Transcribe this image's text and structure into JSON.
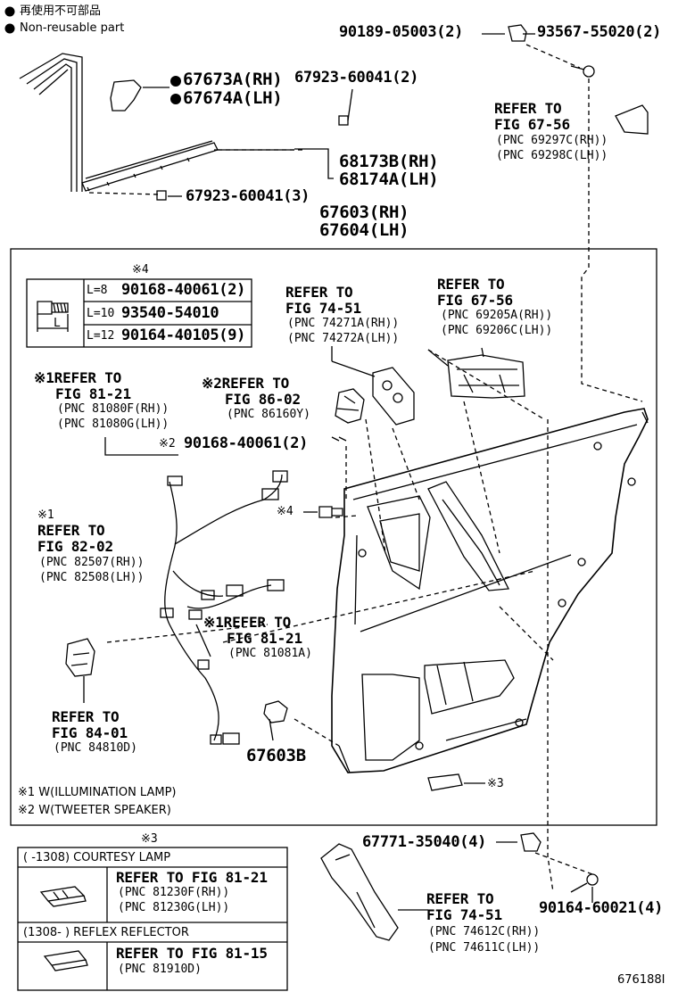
{
  "legend": {
    "nonreusable_jp": "再使用不可部品",
    "nonreusable_en": "Non-reusable part"
  },
  "parts": {
    "p90189": "90189-05003(2)",
    "p93567": "93567-55020(2)",
    "p67673": "67673A(RH)",
    "p67674": "67674A(LH)",
    "p67923a": "67923-60041(2)",
    "p68173": "68173B(RH)",
    "p68174": "68174A(LH)",
    "p67923b": "67923-60041(3)",
    "p67603": "67603(RH)",
    "p67604": "67604(LH)",
    "p67603b": "67603B",
    "p67771": "67771-35040(4)",
    "p90164": "90164-60021(4)",
    "p90168b": "90168-40061(2)",
    "m2": "※2",
    "m4": "※4",
    "m3": "※3"
  },
  "refs": {
    "r6756a": {
      "l1": "REFER TO",
      "l2": "FIG 67-56",
      "l3": "(PNC 69297C(RH))",
      "l4": "(PNC 69298C(LH))"
    },
    "r7451a": {
      "l1": "REFER TO",
      "l2": "FIG 74-51",
      "l3": "(PNC 74271A(RH))",
      "l4": "(PNC 74272A(LH))"
    },
    "r6756b": {
      "l1": "REFER TO",
      "l2": "FIG 67-56",
      "l3": "(PNC 69205A(RH))",
      "l4": "(PNC 69206C(LH))"
    },
    "r8121a": {
      "l1": "※1REFER TO",
      "l2": "FIG 81-21",
      "l3": "(PNC 81080F(RH))",
      "l4": "(PNC 81080G(LH))"
    },
    "r8602": {
      "l1": "※2REFER TO",
      "l2": "FIG 86-02",
      "l3": "(PNC 86160Y)"
    },
    "r8202": {
      "l0": "※1",
      "l1": "REFER TO",
      "l2": "FIG 82-02",
      "l3": "(PNC 82507(RH))",
      "l4": "(PNC 82508(LH))"
    },
    "r8121b": {
      "l1": "※1REFER TO",
      "l2": "FIG 81-21",
      "l3": "(PNC 81081A)"
    },
    "r8401": {
      "l1": "REFER TO",
      "l2": "FIG 84-01",
      "l3": "(PNC 84810D)"
    },
    "r7451b": {
      "l1": "REFER TO",
      "l2": "FIG 74-51",
      "l3": "(PNC 74612C(RH))",
      "l4": "(PNC 74611C(LH))"
    }
  },
  "screw_table": {
    "rows": [
      {
        "len": "L=8",
        "part": "90168-40061(2)"
      },
      {
        "len": "L=10",
        "part": "93540-54010"
      },
      {
        "len": "L=12",
        "part": "90164-40105(9)"
      }
    ],
    "dim_label": "L"
  },
  "notes": {
    "n1": "※1  W(ILLUMINATION LAMP)",
    "n2": "※2  W(TWEETER SPEAKER)"
  },
  "courtesy_table": {
    "mark": "※3",
    "row1_header": "(     -1308)  COURTESY LAMP",
    "row1_l1": "REFER TO FIG 81-21",
    "row1_l2": "(PNC 81230F(RH))",
    "row1_l3": "(PNC 81230G(LH))",
    "row2_header": "(1308-      )  REFLEX REFLECTOR",
    "row2_l1": "REFER TO FIG 81-15",
    "row2_l2": "(PNC 81910D)"
  },
  "figure_id": "676188I",
  "misc": {
    "m4b": "※4"
  }
}
